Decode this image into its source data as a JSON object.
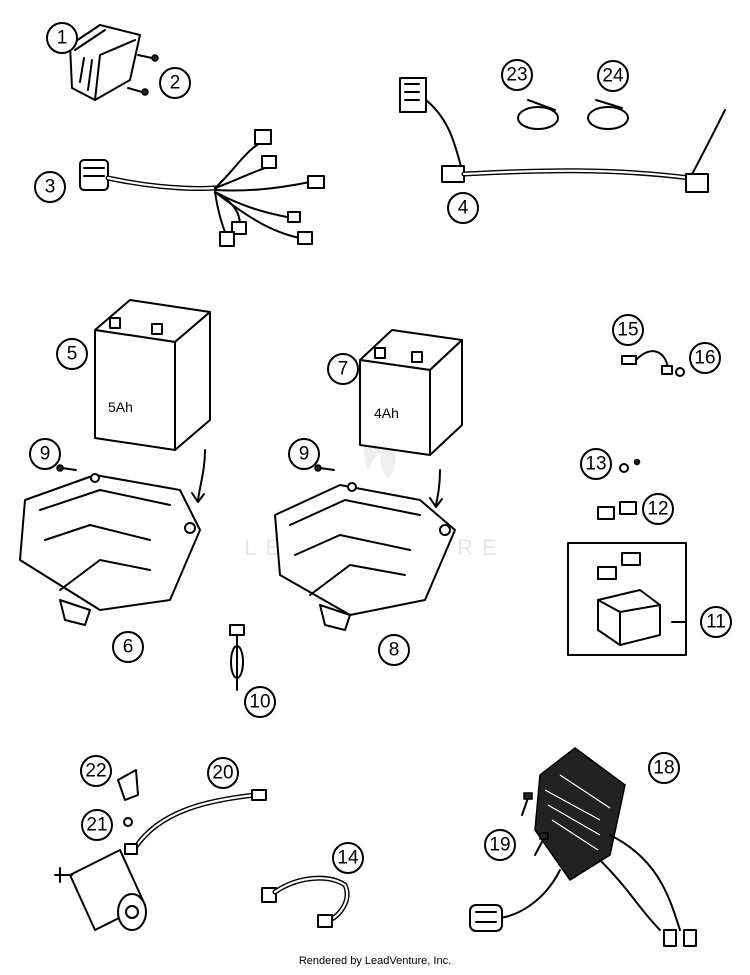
{
  "watermark": "LEADVENTURE",
  "footer": "Rendered by LeadVenture, Inc.",
  "batteries": {
    "left_capacity": "5Ah",
    "right_capacity": "4Ah"
  },
  "callouts": {
    "c1": "1",
    "c2": "2",
    "c3": "3",
    "c4": "4",
    "c5": "5",
    "c6": "6",
    "c7": "7",
    "c8": "8",
    "c9a": "9",
    "c9b": "9",
    "c10": "10",
    "c11": "11",
    "c12": "12",
    "c13": "13",
    "c14": "14",
    "c15": "15",
    "c16": "16",
    "c18": "18",
    "c19": "19",
    "c20": "20",
    "c21": "21",
    "c22": "22",
    "c23": "23",
    "c24": "24"
  }
}
